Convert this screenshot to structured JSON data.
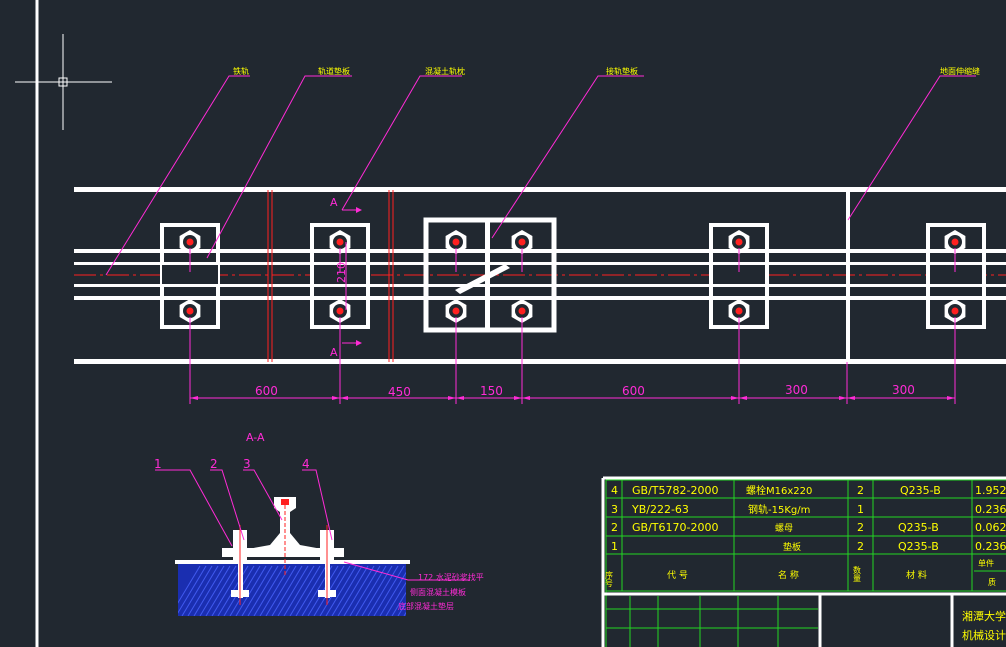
{
  "leaders": {
    "rail": "铁轨",
    "tie_plate": "轨道垫板",
    "concrete_sleeper": "混凝土轨枕",
    "joint_tie_plate": "接轨垫板",
    "expansion_joint": "地面伸缩缝"
  },
  "section_marks": {
    "a": "A",
    "a2": "A"
  },
  "section_title": "A-A",
  "vertical_dim": "210",
  "dimensions": [
    "600",
    "450",
    "150",
    "600",
    "300",
    "300"
  ],
  "section_callouts": [
    "1",
    "2",
    "3",
    "4"
  ],
  "section_notes": [
    "172 水泥砂浆找平",
    "侧面混凝土模板",
    "底部混凝土垫层"
  ],
  "bom": {
    "rows": [
      {
        "no": "4",
        "code": "GB/T5782-2000",
        "name": "螺栓M16x220",
        "qty": "2",
        "material": "Q235-B",
        "weight": "1.952"
      },
      {
        "no": "3",
        "code": "YB/222-63",
        "name": "钢轨-15Kg/m",
        "qty": "1",
        "material": "",
        "weight": "0.236"
      },
      {
        "no": "2",
        "code": "GB/T6170-2000",
        "name": "螺母",
        "qty": "2",
        "material": "Q235-B",
        "weight": "0.062"
      },
      {
        "no": "1",
        "code": "",
        "name": "垫板",
        "qty": "2",
        "material": "Q235-B",
        "weight": "0.236"
      }
    ],
    "header": {
      "no": "序号",
      "code": "代 号",
      "name": "名 称",
      "qty": "数量",
      "material": "材 料",
      "weight": "单件",
      "weight2": "质"
    }
  },
  "title_block": {
    "school": "湘潭大学",
    "subtitle": "机械设计制"
  },
  "colors": {
    "background": "#212830",
    "lines": "#ffffff",
    "leaders": "#ff2bd6",
    "labels": "#ffff00",
    "centerline": "#ff2020",
    "table": "#22d622",
    "concrete": "#1a2eb0"
  }
}
